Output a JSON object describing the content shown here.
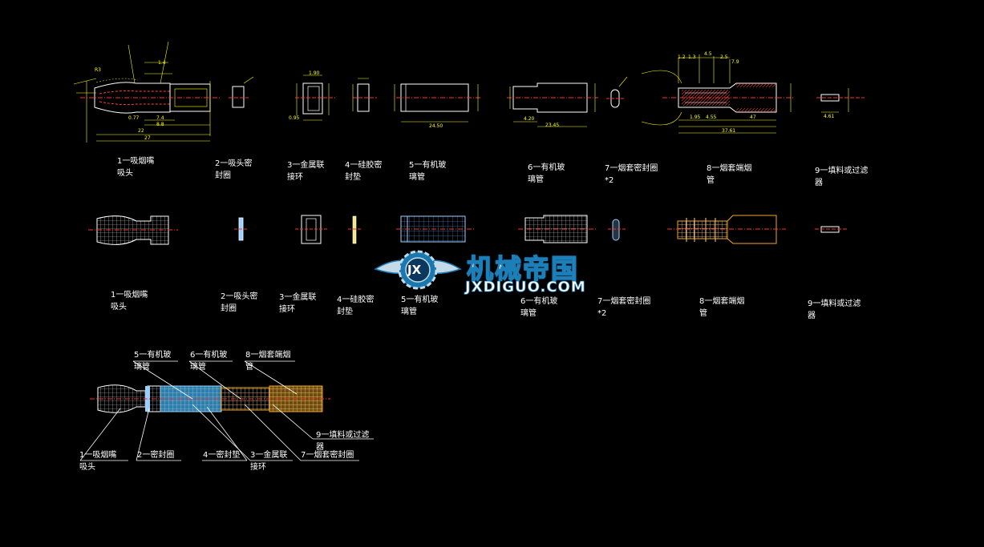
{
  "colors": {
    "background": "#000000",
    "outline": "#ffffff",
    "dimension": "#ffff00",
    "centerline": "#ff2020",
    "mesh": "#d8d8d8",
    "fill_blue": "#9ad0ff",
    "fill_orange": "#f5a623",
    "watermark_blue": "#1d7fb8"
  },
  "watermark": {
    "name_cn": "机械帝国",
    "name_en": "JXDIGUO.COM",
    "logo_glyph": "JX"
  },
  "row1_labels": [
    {
      "l1": "1一吸烟嘴",
      "l2": "吸头"
    },
    {
      "l1": "2一吸头密",
      "l2": "封圈"
    },
    {
      "l1": "3一金属联",
      "l2": "接环"
    },
    {
      "l1": "4一硅胶密",
      "l2": "封垫"
    },
    {
      "l1": "5一有机玻",
      "l2": "璃管"
    },
    {
      "l1": "6一有机玻",
      "l2": "璃管"
    },
    {
      "l1": "7一烟套密封圈",
      "l2": "*2"
    },
    {
      "l1": "8一烟套端烟",
      "l2": "管"
    },
    {
      "l1": "9一填料或过滤",
      "l2": "器"
    }
  ],
  "row2_labels": [
    {
      "l1": "1一吸烟嘴",
      "l2": "吸头"
    },
    {
      "l1": "2一吸头密",
      "l2": "封圈"
    },
    {
      "l1": "3一金属联",
      "l2": "接环"
    },
    {
      "l1": "4一硅胶密",
      "l2": "封垫"
    },
    {
      "l1": "5一有机玻",
      "l2": "璃管"
    },
    {
      "l1": "6一有机玻",
      "l2": "璃管"
    },
    {
      "l1": "7一烟套密封圈",
      "l2": "*2"
    },
    {
      "l1": "8一烟套端烟",
      "l2": "管"
    },
    {
      "l1": "9一填料或过滤",
      "l2": "器"
    }
  ],
  "assembly_labels": {
    "top": [
      {
        "l1": "5一有机玻",
        "l2": "璃管"
      },
      {
        "l1": "6一有机玻",
        "l2": "璃管"
      },
      {
        "l1": "8一烟套端烟",
        "l2": "管"
      }
    ],
    "filter": {
      "l1": "9一填料或过滤",
      "l2": "器"
    },
    "bottom": [
      {
        "l1": "1一吸烟嘴",
        "l2": "吸头"
      },
      {
        "l1": "2一密封圈",
        "l2": ""
      },
      {
        "l1": "4一密封垫",
        "l2": ""
      },
      {
        "l1": "3一金属联",
        "l2": "接环"
      },
      {
        "l1": "7一烟套密封圈",
        "l2": ""
      }
    ]
  },
  "dimensions": {
    "p1": [
      "27",
      "22",
      "0.77",
      "7.4",
      "8.8",
      "1.4",
      "R3"
    ],
    "p3": [
      "1.90",
      "0.95"
    ],
    "p5": [
      "24.50"
    ],
    "p6": [
      "4.20",
      "23.45"
    ],
    "p8": [
      "1.2",
      "4.5",
      "2.5",
      "1.3",
      "7.9",
      "1.95",
      "4.55",
      "47",
      "37.61"
    ],
    "p9": [
      "4.61"
    ]
  }
}
